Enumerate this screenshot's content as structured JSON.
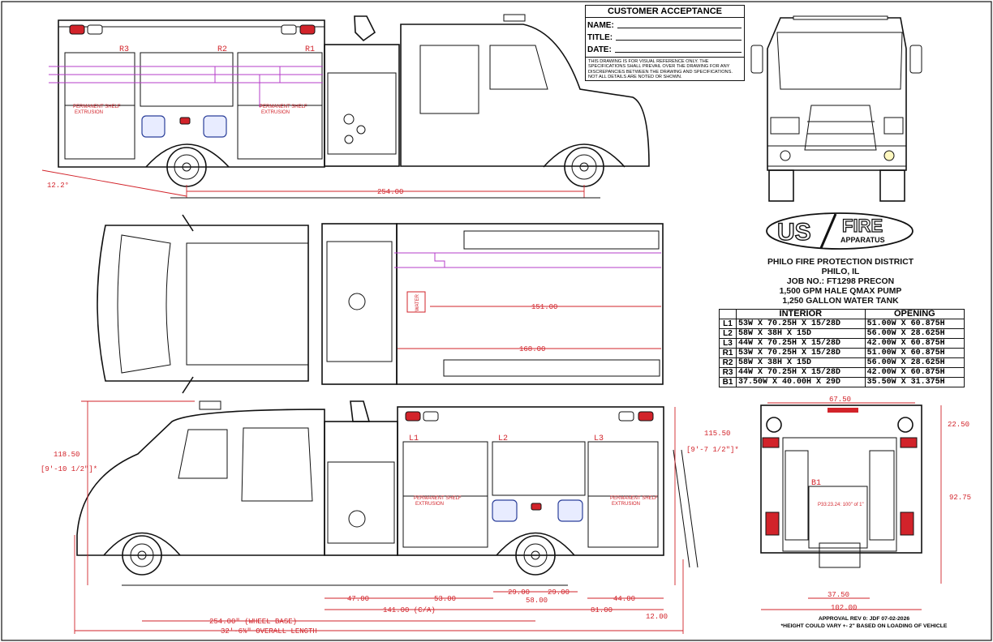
{
  "acceptance": {
    "title": "CUSTOMER ACCEPTANCE",
    "fields": [
      "NAME:",
      "TITLE:",
      "DATE:"
    ],
    "disclaimer": "THIS DRAWING IS FOR VISUAL REFERENCE ONLY. THE SPECIFICATIONS SHALL PREVAIL OVER THE DRAWING FOR ANY DISCREPANCIES BETWEEN THE DRAWING AND SPECIFICATIONS. NOT ALL DETAILS ARE NOTED OR SHOWN."
  },
  "logo": {
    "left": "US",
    "right": "FIRE",
    "sub": "APPARATUS"
  },
  "job": {
    "lines": [
      "PHILO FIRE PROTECTION DISTRICT",
      "PHILO, IL",
      "JOB NO.: FT1298 PRECON",
      "1,500 GPM HALE QMAX PUMP",
      "1,250 GALLON WATER TANK"
    ]
  },
  "specs": {
    "headers": [
      "INTERIOR",
      "OPENING"
    ],
    "rows": [
      {
        "id": "L1",
        "interior": "53W X 70.25H X 15/28D",
        "opening": "51.00W X 60.875H"
      },
      {
        "id": "L2",
        "interior": "58W X 38H X 15D",
        "opening": "56.00W X 28.625H"
      },
      {
        "id": "L3",
        "interior": "44W X 70.25H X 15/28D",
        "opening": "42.00W X 60.875H"
      },
      {
        "id": "R1",
        "interior": "53W X 70.25H X 15/28D",
        "opening": "51.00W X 60.875H"
      },
      {
        "id": "R2",
        "interior": "58W X 38H X 15D",
        "opening": "56.00W X 28.625H"
      },
      {
        "id": "R3",
        "interior": "44W X 70.25H X 15/28D",
        "opening": "42.00W X 60.875H"
      },
      {
        "id": "B1",
        "interior": "37.50W X 40.00H X 29D",
        "opening": "35.50W X 31.375H"
      }
    ]
  },
  "approval": {
    "line1": "APPROVAL REV 0: JDF 07-02-2026",
    "line2": "*HEIGHT COULD VARY +- 2\" BASED ON LOADING OF VEHICLE"
  },
  "compartments": {
    "right": [
      "R3",
      "R2",
      "R1"
    ],
    "left": [
      "L1",
      "L2",
      "L3"
    ],
    "rear": "B1",
    "placard": "PERMANENT SHELF",
    "brand": "EXTRUSION",
    "water": "WATER",
    "rear_small": "P33:23.24: 100\" of 1\""
  },
  "dims": {
    "side_top_departure": "12.2°",
    "side_top_wb": "254.00",
    "plan_151": "151.00",
    "plan_168": "168.00",
    "left_height": "118.50",
    "left_height_ft": "[9'-10 1/2\"]*",
    "right_height": "115.50",
    "right_height_ft": "[9'-7 1/2\"]*",
    "d47": "47.00",
    "d53": "53.00",
    "d29a": "29.00",
    "d29b": "29.00",
    "d58": "58.00",
    "d44": "44.00",
    "d141": "141.00 (C/A)",
    "d81": "81.00",
    "d12": "12.00",
    "wheelbase": "254.00\" (WHEEL BASE)",
    "overall": "32'-6⅜\" OVERALL LENGTH",
    "rear_67": "67.50",
    "rear_22": "22.50",
    "rear_92": "92.75",
    "rear_37": "37.50",
    "rear_102": "102.00"
  }
}
